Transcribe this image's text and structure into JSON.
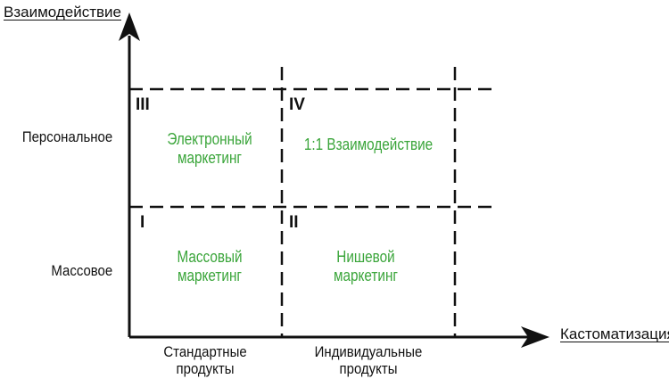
{
  "axes": {
    "y_title": "Взаимодействие",
    "x_title": "Кастоматизация"
  },
  "rows": [
    {
      "label": "Персональное"
    },
    {
      "label": "Массовое"
    }
  ],
  "columns": [
    {
      "line1": "Стандартные",
      "line2": "продукты"
    },
    {
      "line1": "Индивидуальные",
      "line2": "продукты"
    }
  ],
  "quadrants": {
    "III": {
      "num": "III",
      "line1": "Электронный",
      "line2": "маркетинг"
    },
    "IV": {
      "num": "IV",
      "line1": "1:1 Взаимодействие",
      "line2": ""
    },
    "I": {
      "num": "I",
      "line1": "Массовый",
      "line2": "маркетинг"
    },
    "II": {
      "num": "II",
      "line1": "Нишевой",
      "line2": "маркетинг"
    }
  },
  "colors": {
    "axis": "#111111",
    "quadrant_text": "#3aa53a"
  }
}
